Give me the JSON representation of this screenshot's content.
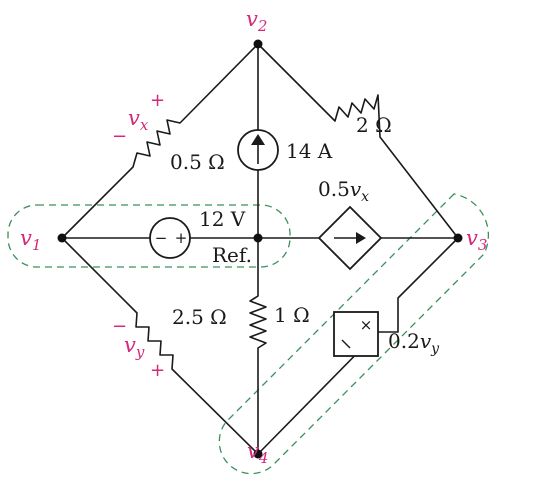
{
  "nodes": {
    "v1": {
      "var": "v",
      "sub": "1"
    },
    "v2": {
      "var": "v",
      "sub": "2"
    },
    "v3": {
      "var": "v",
      "sub": "3"
    },
    "v4": {
      "var": "v",
      "sub": "4"
    }
  },
  "resistors": {
    "r12": "0.5 Ω",
    "r23": "2 Ω",
    "r14": "2.5 Ω",
    "r04": "1 Ω"
  },
  "sources": {
    "current": "14 A",
    "voltage": "12 V",
    "vs_minus": "−",
    "vs_plus": "+"
  },
  "dependent": {
    "vccs_coef": "0.5",
    "vccs_var": "v",
    "vccs_sub": "x",
    "vcvs_coef": "0.2",
    "vcvs_var": "v",
    "vcvs_sub": "y"
  },
  "reference": "Ref.",
  "controls": {
    "vx": {
      "var": "v",
      "sub": "x",
      "plus": "+",
      "minus": "−"
    },
    "vy": {
      "var": "v",
      "sub": "y",
      "plus": "+",
      "minus": "−"
    }
  },
  "colors": {
    "accent": "#d6287c",
    "supernode": "#3a8f5c",
    "ink": "#1a1a1a"
  }
}
